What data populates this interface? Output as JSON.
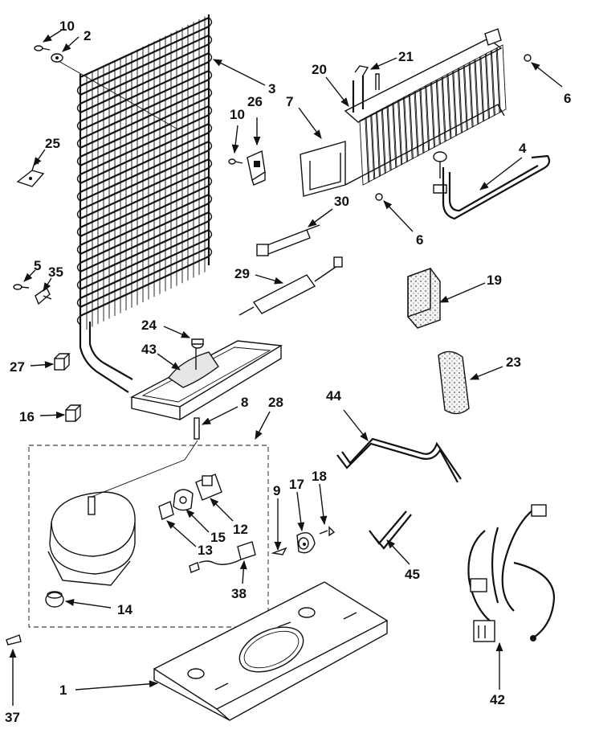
{
  "diagram": {
    "callouts": [
      "10",
      "2",
      "3",
      "26",
      "10",
      "25",
      "5",
      "35",
      "27",
      "16",
      "24",
      "43",
      "8",
      "28",
      "20",
      "21",
      "7",
      "6",
      "6",
      "4",
      "30",
      "29",
      "19",
      "23",
      "44",
      "9",
      "17",
      "18",
      "45",
      "42",
      "12",
      "15",
      "13",
      "38",
      "14",
      "1",
      "37"
    ]
  }
}
